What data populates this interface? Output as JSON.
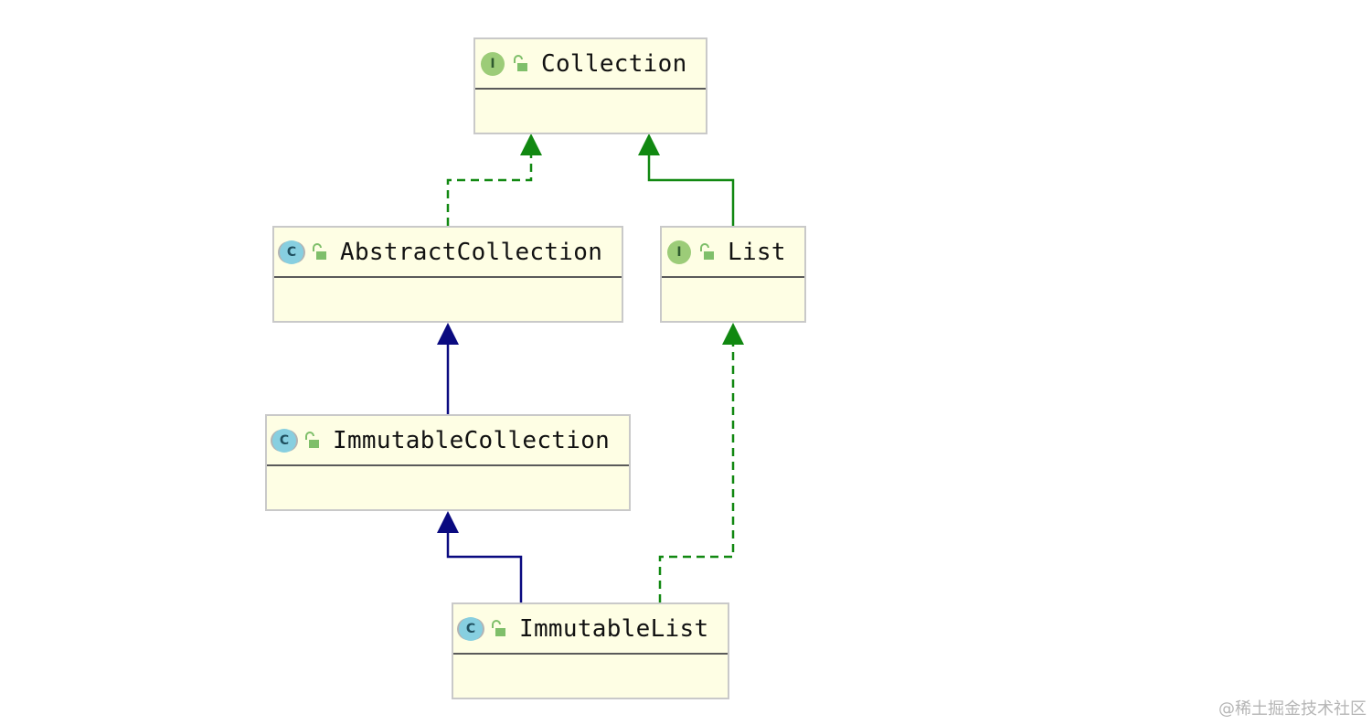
{
  "diagram": {
    "nodes": [
      {
        "id": "collection",
        "kind": "interface",
        "badge": "I",
        "title": "Collection",
        "icon": "interface-icon"
      },
      {
        "id": "abstract-collection",
        "kind": "class",
        "badge": "C",
        "title": "AbstractCollection",
        "icon": "class-icon"
      },
      {
        "id": "list",
        "kind": "interface",
        "badge": "I",
        "title": "List",
        "icon": "interface-icon"
      },
      {
        "id": "immutable-collection",
        "kind": "class",
        "badge": "C",
        "title": "ImmutableCollection",
        "icon": "class-icon"
      },
      {
        "id": "immutable-list",
        "kind": "class",
        "badge": "C",
        "title": "ImmutableList",
        "icon": "class-icon"
      }
    ],
    "edges": [
      {
        "from": "abstract-collection",
        "to": "collection",
        "relation": "implements",
        "style": "dashed",
        "color": "#118811"
      },
      {
        "from": "list",
        "to": "collection",
        "relation": "extends-interface",
        "style": "solid",
        "color": "#118811"
      },
      {
        "from": "immutable-collection",
        "to": "abstract-collection",
        "relation": "extends-class",
        "style": "solid",
        "color": "#0a0a80"
      },
      {
        "from": "immutable-list",
        "to": "immutable-collection",
        "relation": "extends-class",
        "style": "solid",
        "color": "#0a0a80"
      },
      {
        "from": "immutable-list",
        "to": "list",
        "relation": "implements",
        "style": "dashed",
        "color": "#118811"
      }
    ]
  },
  "watermark": "@稀土掘金技术社区"
}
